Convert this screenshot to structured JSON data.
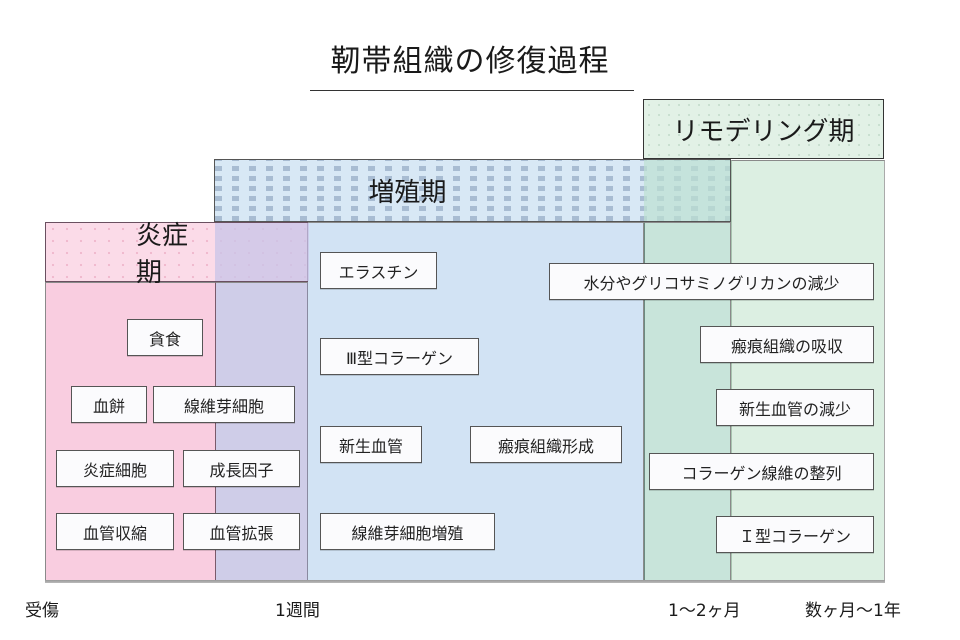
{
  "title": "靭帯組織の修復過程",
  "phases": {
    "inflammation": {
      "label": "炎症期",
      "color": "#f9cde0"
    },
    "proliferation": {
      "label": "増殖期",
      "color": "#d2e3f4"
    },
    "remodeling": {
      "label": "リモデリング期",
      "color": "#dcefe2"
    },
    "overlap_inflam_prolif_color": "#cfcde8",
    "overlap_prolif_remod_color": "#c8e4da"
  },
  "items": {
    "inflammation": [
      "貪食",
      "血餅",
      "線維芽細胞",
      "炎症細胞",
      "成長因子",
      "血管収縮",
      "血管拡張"
    ],
    "proliferation": [
      "エラスチン",
      "Ⅲ型コラーゲン",
      "新生血管",
      "瘢痕組織形成",
      "線維芽細胞増殖"
    ],
    "remodeling": [
      "水分やグリコサミノグリカンの減少",
      "瘢痕組織の吸収",
      "新生血管の減少",
      "コラーゲン線維の整列",
      "Ｉ型コラーゲン"
    ]
  },
  "timeline": [
    "受傷",
    "1週間",
    "1～2ヶ月",
    "数ヶ月～1年"
  ]
}
